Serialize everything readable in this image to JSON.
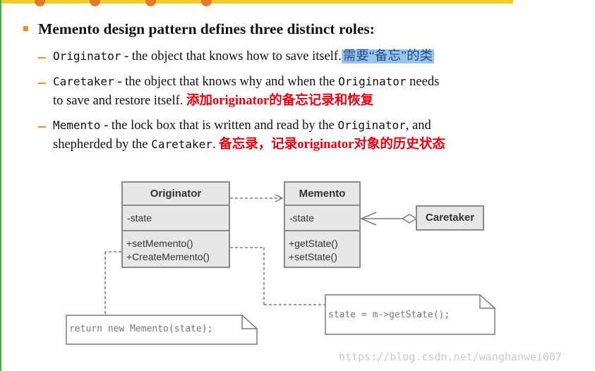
{
  "heading": "Memento design pattern defines three distinct roles:",
  "items": [
    {
      "code": "Originator",
      "text1": " - the object that knows how to save itself.",
      "highlight": "需要“备忘”的类"
    },
    {
      "code": "Caretaker",
      "text1": " - the object that knows why and when the ",
      "code2": "Originator",
      "text2": " needs",
      "line2a": "to save and restore itself. ",
      "red": "添加originator的备忘记录和恢复"
    },
    {
      "code": "Memento",
      "text1": " - the lock box that is written and read by the ",
      "code2": "Originator",
      "text2": ", and",
      "line2a": "shepherded by the ",
      "code3": "Caretaker",
      "line2b": ". ",
      "red": "备忘录，记录originator对象的历史状态"
    }
  ],
  "uml": {
    "originator": {
      "name": "Originator",
      "attr": "-state",
      "ops": [
        "+setMemento()",
        "+CreateMemento()"
      ]
    },
    "memento": {
      "name": "Memento",
      "attr": "-state",
      "ops": [
        "+getState()",
        "+setState()"
      ]
    },
    "caretaker": {
      "name": "Caretaker"
    },
    "note_return": "return new Memento(state);",
    "note_state": "state = m->getState();"
  },
  "watermark": "https://blog.csdn.net/wanghanwei007",
  "colors": {
    "accent": "#f08a2a",
    "red": "#e60012",
    "highlight": "#9cc3ea"
  }
}
